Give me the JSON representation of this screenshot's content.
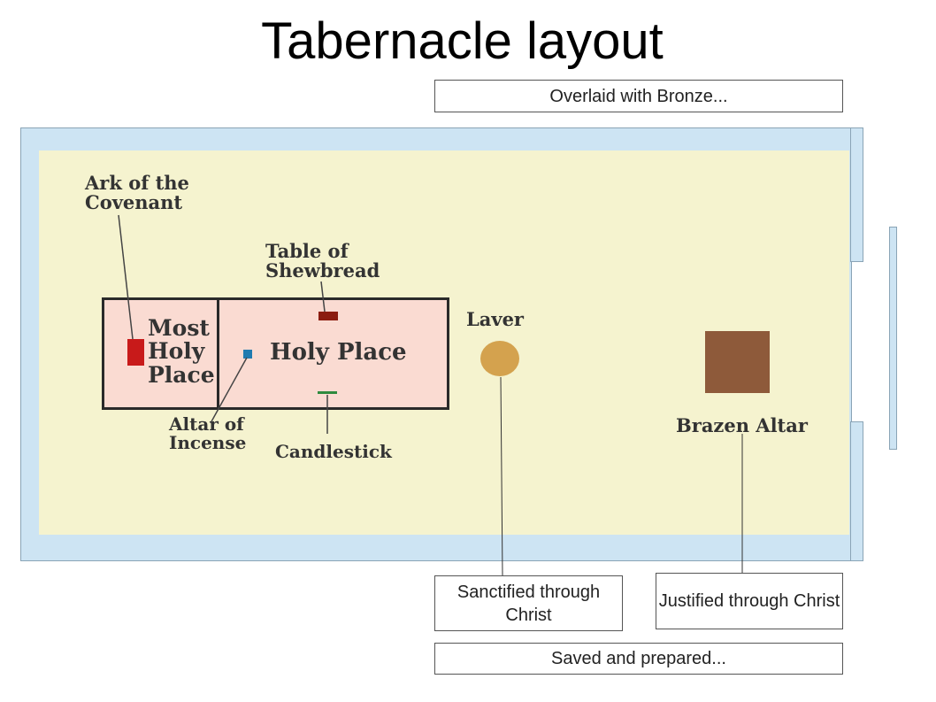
{
  "title": "Tabernacle layout",
  "notes": {
    "overlaid": "Overlaid with Bronze...",
    "sanctified": "Sanctified through Christ",
    "justified": "Justified through Christ",
    "saved": "Saved and prepared..."
  },
  "labels": {
    "ark": "Ark of the\nCovenant",
    "table": "Table of\nShewbread",
    "most_holy": "Most\nHoly\nPlace",
    "holy_place": "Holy Place",
    "altar_incense": "Altar of\nIncense",
    "candlestick": "Candlestick",
    "laver": "Laver",
    "brazen_altar": "Brazen Altar"
  },
  "colors": {
    "court_border": "#cde4f3",
    "court_floor": "#f5f3cf",
    "tent_fill": "#fadbd2",
    "ark": "#c81a1a",
    "shewbread": "#8b1c10",
    "incense": "#1f7bb0",
    "candlestick": "#2e8a3e",
    "laver": "#d4a24e",
    "brazen_altar": "#8e5a3a"
  }
}
